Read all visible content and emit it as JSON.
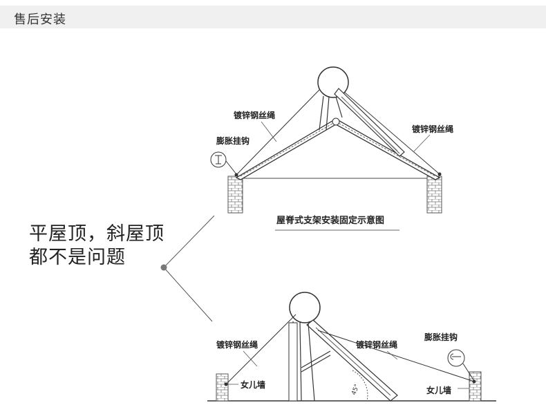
{
  "header": {
    "title": "售后安装"
  },
  "headline": {
    "line1": "平屋顶，斜屋顶",
    "line2": "都不是问题"
  },
  "top_diagram": {
    "cable_label_left": "镀锌钢丝绳",
    "cable_label_right": "镀锌钢丝绳",
    "hook_label": "膨胀挂钩",
    "caption": "屋脊式支架安装固定示意图"
  },
  "bottom_diagram": {
    "cable_label_left": "镀锌钢丝绳",
    "cable_label_right": "镀锌钢丝绳",
    "hook_label": "膨胀挂钩",
    "wall_label_left": "女儿墙",
    "wall_label_right": "女儿墙",
    "angle_label": "45°"
  }
}
